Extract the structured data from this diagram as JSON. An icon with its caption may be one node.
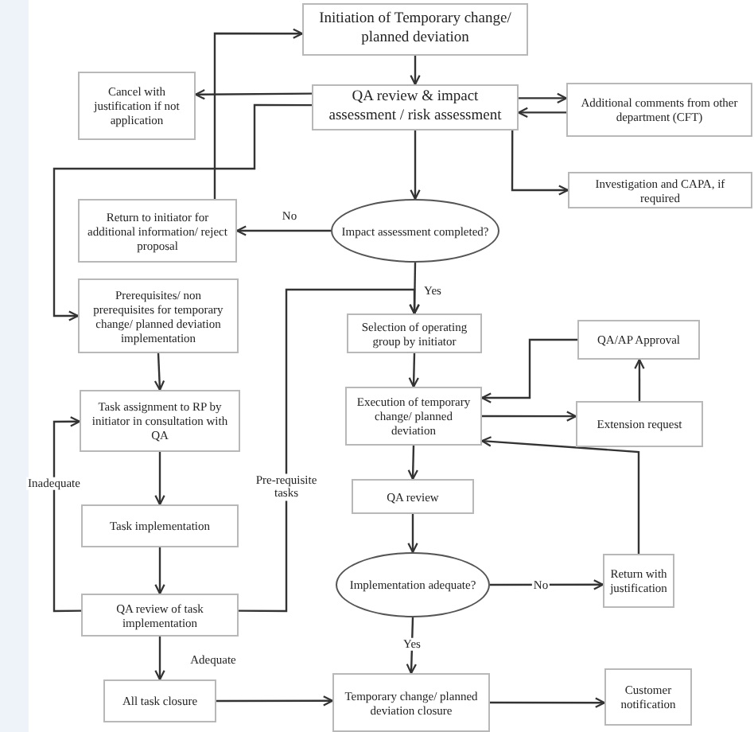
{
  "diagram": {
    "nodes": [
      {
        "text": [
          "Initiation of Temporary change/ planned deviation"
        ]
      },
      {
        "text": [
          "QA review & impact assessment / risk assessment"
        ]
      },
      {
        "text": [
          "Cancel with justification if not application"
        ]
      },
      {
        "text": [
          "Additional comments from other department (CFT)"
        ]
      },
      {
        "text": [
          "Investigation and CAPA, if required"
        ]
      },
      {
        "text": [
          "Return to initiator for additional information/ reject proposal"
        ]
      },
      {
        "text": [
          "Impact assessment completed?"
        ]
      },
      {
        "text": [
          "Prerequisites/ non prerequisites for temporary change/ planned deviation implementation"
        ]
      },
      {
        "text": [
          "Selection of operating group by initiator"
        ]
      },
      {
        "text": [
          "QA/AP Approval"
        ]
      },
      {
        "text": [
          "Task assignment to RP by initiator in consultation with QA"
        ]
      },
      {
        "text": [
          "Execution of temporary change/ planned deviation"
        ]
      },
      {
        "text": [
          "Extension request"
        ]
      },
      {
        "text": [
          "QA review"
        ]
      },
      {
        "text": [
          "Task implementation"
        ]
      },
      {
        "text": [
          "Implementation adequate?"
        ]
      },
      {
        "text": [
          "Return with justification"
        ]
      },
      {
        "text": [
          "QA review of task implementation"
        ]
      },
      {
        "text": [
          "All task closure"
        ]
      },
      {
        "text": [
          "Temporary change/ planned deviation closure"
        ]
      },
      {
        "text": [
          "Customer notification"
        ]
      }
    ],
    "edges": [
      {
        "from": 0,
        "to": 1,
        "arrow": "to"
      },
      {
        "from": 1,
        "to": 2,
        "arrow": "to"
      },
      {
        "from": 1,
        "to": 3,
        "arrow": "to"
      },
      {
        "from": 3,
        "to": 1,
        "arrow": "to"
      },
      {
        "from": 1,
        "to": 4,
        "arrow": "to"
      },
      {
        "from": 1,
        "to": 6,
        "arrow": "to"
      },
      {
        "from": 6,
        "to": 5,
        "arrow": "to",
        "label": "No"
      },
      {
        "from": 5,
        "to": 0,
        "arrow": "to"
      },
      {
        "from": 1,
        "to": 7,
        "arrow": "to"
      },
      {
        "from": 6,
        "to": 8,
        "arrow": "to",
        "label": "Yes"
      },
      {
        "from": 7,
        "to": 10,
        "arrow": "to"
      },
      {
        "from": 17,
        "to": 10,
        "arrow": "to",
        "label": "Inadequate"
      },
      {
        "from": 17,
        "to": 8,
        "arrow": "to",
        "label": "Pre-requisite tasks"
      },
      {
        "from": 10,
        "to": 14,
        "arrow": "to"
      },
      {
        "from": 14,
        "to": 17,
        "arrow": "to"
      },
      {
        "from": 17,
        "to": 18,
        "arrow": "to",
        "label": "Adequate"
      },
      {
        "from": 8,
        "to": 11,
        "arrow": "to"
      },
      {
        "from": 11,
        "to": 12,
        "arrow": "to"
      },
      {
        "from": 12,
        "to": 9,
        "arrow": "to"
      },
      {
        "from": 9,
        "to": 11,
        "arrow": "to"
      },
      {
        "from": 16,
        "to": 11,
        "arrow": "to"
      },
      {
        "from": 11,
        "to": 13,
        "arrow": "to"
      },
      {
        "from": 13,
        "to": 15,
        "arrow": "to"
      },
      {
        "from": 15,
        "to": 16,
        "arrow": "to",
        "label": "No"
      },
      {
        "from": 15,
        "to": 19,
        "arrow": "to",
        "label": "Yes"
      },
      {
        "from": 18,
        "to": 19,
        "arrow": "to"
      },
      {
        "from": 19,
        "to": 20,
        "arrow": "to"
      }
    ]
  }
}
